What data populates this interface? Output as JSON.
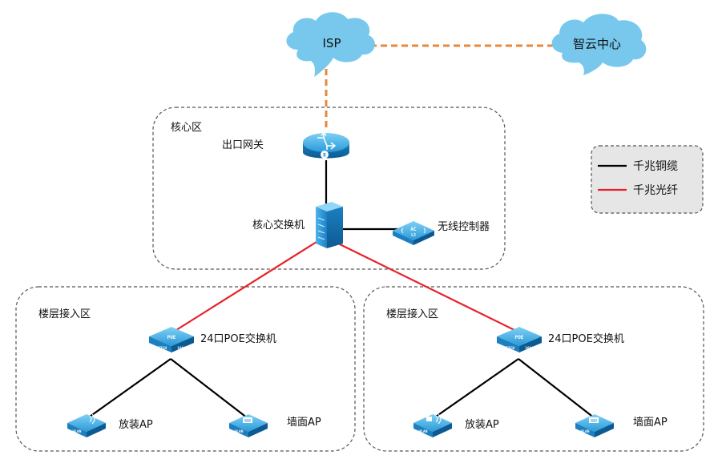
{
  "clouds": {
    "isp": "ISP",
    "cloud_center": "智云中心"
  },
  "zones": {
    "core": "核心区",
    "floor_left": "楼层接入区",
    "floor_right": "楼层接入区"
  },
  "devices": {
    "gateway": "出口网关",
    "core_switch": "核心交换机",
    "ac": "无线控制器",
    "poe_switch_left": "24口POE交换机",
    "poe_switch_right": "24口POE交换机",
    "ap_ceiling_left": "放装AP",
    "ap_wall_left": "墙面AP",
    "ap_ceiling_right": "放装AP",
    "ap_wall_right": "墙面AP"
  },
  "icon_text": {
    "router_badge": "R",
    "ac_label": "AC",
    "ac_sub": "L2",
    "poe": "POE",
    "switch": "SWITCH",
    "speed": "1000M",
    "wlan": "WLAN"
  },
  "legend": {
    "copper": "千兆铜缆",
    "fiber": "千兆光纤"
  },
  "colors": {
    "copper": "#000000",
    "fiber": "#e8202a",
    "wan": "#e8883a",
    "cloud": "#78c8ee",
    "device": "#1f86c8"
  }
}
